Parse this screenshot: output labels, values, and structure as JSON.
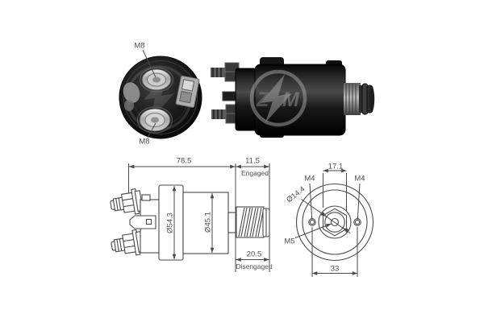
{
  "colors": {
    "background": "#ffffff",
    "drawing_line": "#4a4a4a",
    "dimension_text": "#4f4f4f",
    "photo_body": "#141414",
    "metal_terminal": "#c6c6c6"
  },
  "labels": {
    "front_photo": {
      "m8_top": "M8",
      "m8_bottom": "M8"
    },
    "side_drawing": {
      "overall_length": "78.5",
      "engaged_travel": "11.5",
      "engaged_caption": "Engaged",
      "flange_diameter": "Ø54.3",
      "body_diameter": "Ø45.1",
      "disengaged_travel": "20.5",
      "disengaged_caption": "Disengaged"
    },
    "end_drawing": {
      "hex_across_flats": "17.1",
      "terminal_left": "M4",
      "terminal_right": "M4",
      "plunger_diameter": "Ø14.4",
      "center_stud": "M5",
      "mount_hole_spacing": "33"
    },
    "watermark": {
      "letter_z": "Z",
      "letter_m": "M"
    }
  }
}
